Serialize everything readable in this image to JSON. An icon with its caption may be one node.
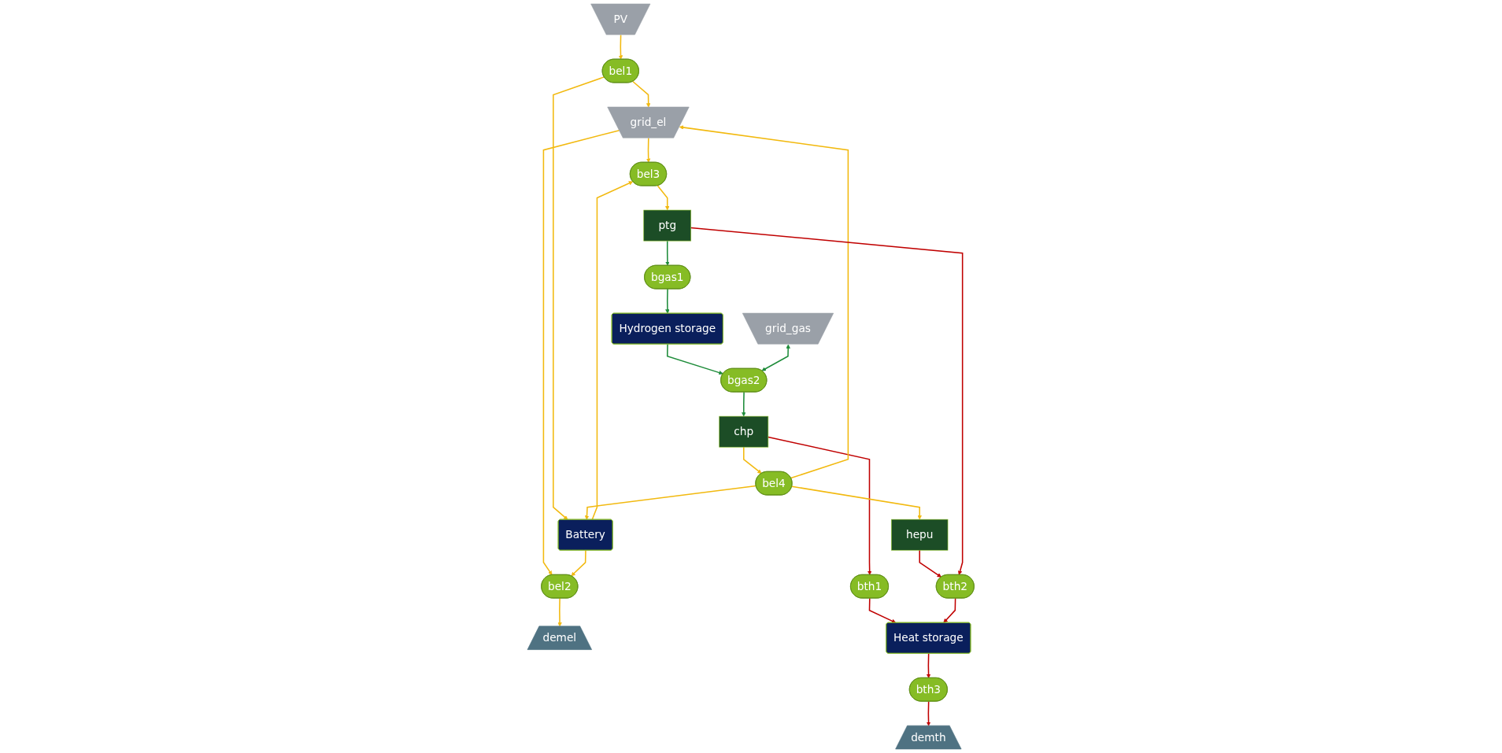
{
  "diagram": {
    "nodes": [
      {
        "text": [
          "PV"
        ]
      },
      {
        "text": [
          "grid_el"
        ]
      },
      {
        "text": [
          "grid_gas"
        ]
      },
      {
        "text": [
          "Hydrogen storage"
        ]
      },
      {
        "text": [
          "bgas2"
        ]
      },
      {
        "text": [
          "bel1"
        ]
      },
      {
        "text": [
          "Battery"
        ]
      },
      {
        "text": [
          "bel3"
        ]
      },
      {
        "text": [
          "bgas1"
        ]
      },
      {
        "text": [
          "chp"
        ]
      },
      {
        "text": [
          "bel4"
        ]
      },
      {
        "text": [
          "bth1"
        ]
      },
      {
        "text": [
          "ptg"
        ]
      },
      {
        "text": [
          "hepu"
        ]
      },
      {
        "text": [
          "bel2"
        ]
      },
      {
        "text": [
          "bth2"
        ]
      },
      {
        "text": [
          "demel"
        ]
      },
      {
        "text": [
          "demth"
        ]
      },
      {
        "text": [
          "bth3"
        ]
      },
      {
        "text": [
          "Heat storage"
        ]
      }
    ],
    "edges": [
      {
        "from": 0,
        "to": 5,
        "arrow": "to"
      },
      {
        "from": 5,
        "to": 1,
        "arrow": "to"
      },
      {
        "from": 1,
        "to": 14,
        "arrow": "to"
      },
      {
        "from": 1,
        "to": 7,
        "arrow": "to"
      },
      {
        "from": 5,
        "to": 6,
        "arrow": "to"
      },
      {
        "from": 6,
        "to": 7,
        "arrow": "to"
      },
      {
        "from": 6,
        "to": 14,
        "arrow": "to"
      },
      {
        "from": 14,
        "to": 16,
        "arrow": "to"
      },
      {
        "from": 7,
        "to": 12,
        "arrow": "to"
      },
      {
        "from": 12,
        "to": 8,
        "arrow": "to",
        "color": "#1e8c3a"
      },
      {
        "from": 8,
        "to": 3,
        "arrow": "to",
        "color": "#1e8c3a"
      },
      {
        "from": 3,
        "to": 4,
        "arrow": "to",
        "color": "#1e8c3a"
      },
      {
        "from": 2,
        "to": 4,
        "arrow": "both",
        "color": "#1e8c3a"
      },
      {
        "from": 4,
        "to": 9,
        "arrow": "to",
        "color": "#1e8c3a"
      },
      {
        "from": 9,
        "to": 10,
        "arrow": "to"
      },
      {
        "from": 9,
        "to": 11,
        "arrow": "to",
        "color": "#c00000"
      },
      {
        "from": 10,
        "to": 1,
        "arrow": "to"
      },
      {
        "from": 10,
        "to": 6,
        "arrow": "to"
      },
      {
        "from": 10,
        "to": 13,
        "arrow": "to"
      },
      {
        "from": 13,
        "to": 15,
        "arrow": "to",
        "color": "#c00000"
      },
      {
        "from": 12,
        "to": 15,
        "arrow": "to",
        "color": "#c00000"
      },
      {
        "from": 11,
        "to": 19,
        "arrow": "to",
        "color": "#c00000"
      },
      {
        "from": 15,
        "to": 19,
        "arrow": "to",
        "color": "#c00000"
      },
      {
        "from": 19,
        "to": 18,
        "arrow": "to",
        "color": "#c00000"
      },
      {
        "from": 18,
        "to": 17,
        "arrow": "to",
        "color": "#c00000"
      }
    ]
  }
}
